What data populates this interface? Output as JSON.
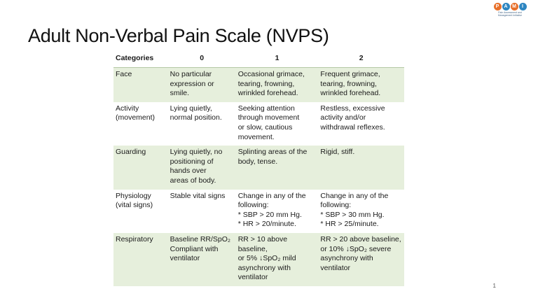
{
  "slide": {
    "title": "Adult Non-Verbal Pain Scale (NVPS)",
    "page_number": "1"
  },
  "logo": {
    "letters": [
      "P",
      "A",
      "M",
      "I"
    ],
    "letter_colors": [
      "#e8702a",
      "#2e86c1",
      "#e8702a",
      "#2e86c1"
    ],
    "tagline": "Pain Assessment and Management Initiative"
  },
  "table": {
    "headers": [
      "Categories",
      "0",
      "1",
      "2"
    ],
    "rows": [
      {
        "category": "Face",
        "c0": "No particular\n  expression or\n  smile.",
        "c1": "Occasional grimace,\n  tearing, frowning,\n  wrinkled forehead.",
        "c2": "Frequent grimace,\n  tearing, frowning,\n  wrinkled forehead."
      },
      {
        "category": "Activity\n  (movement)",
        "c0": "Lying quietly,\n  normal position.",
        "c1": "Seeking attention\n  through movement\n  or slow, cautious\n  movement.",
        "c2": "Restless, excessive\n  activity and/or\n  withdrawal reflexes."
      },
      {
        "category": "Guarding",
        "c0": "Lying quietly, no\n  positioning of\n  hands over\n  areas of body.",
        "c1": "Splinting areas of the\n  body, tense.",
        "c2": "Rigid, stiff."
      },
      {
        "category": "Physiology\n  (vital signs)",
        "c0": "Stable vital signs",
        "c1": "Change in any of the\n  following:\n* SBP > 20 mm Hg.\n* HR > 20/minute.",
        "c2": "Change in any of the\n  following:\n* SBP > 30 mm Hg.\n* HR > 25/minute."
      },
      {
        "category": "Respiratory",
        "c0": "Baseline RR/SpO₂\nCompliant with\n  ventilator",
        "c1": "RR > 10 above baseline,\n  or 5% ↓SpO₂ mild\n  asynchrony with\n  ventilator",
        "c2": "RR > 20 above baseline,\n  or 10% ↓SpO₂ severe\n  asynchrony with\n  ventilator"
      }
    ]
  },
  "colors": {
    "row_shade": "#e6efdc",
    "row_plain": "#ffffff"
  }
}
